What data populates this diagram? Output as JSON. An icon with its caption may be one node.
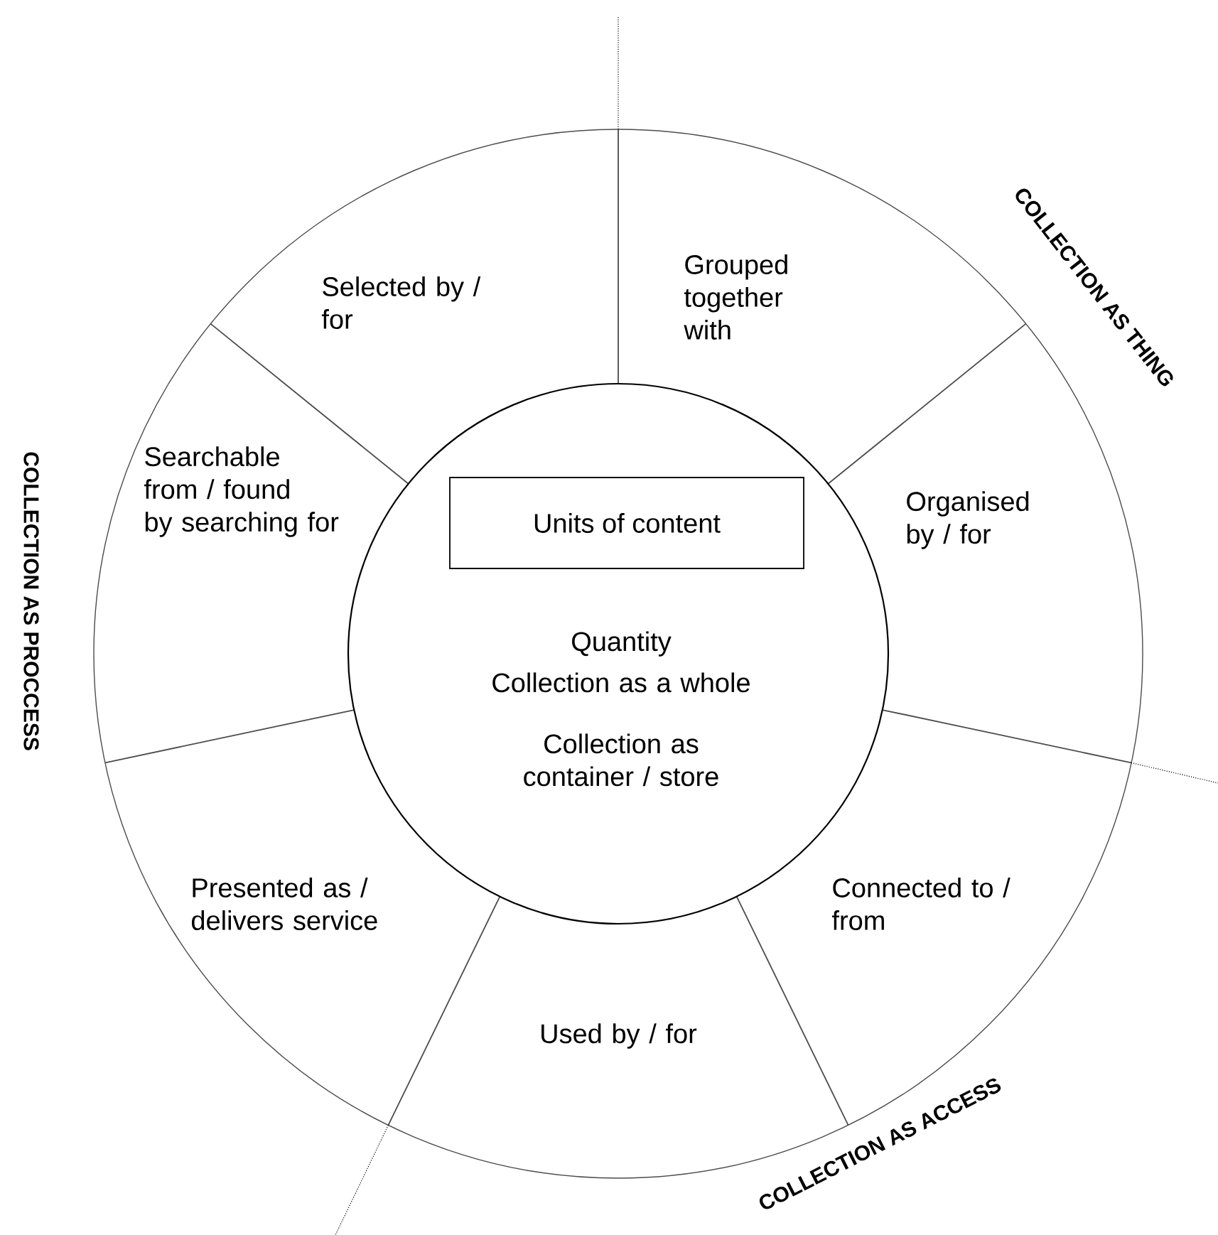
{
  "diagram": {
    "nodes": [
      {
        "text": [
          "Quantity",
          "Collection as a whole",
          "Collection as container / store"
        ]
      },
      {
        "text": [
          "Units of content"
        ],
        "in": 0
      },
      {
        "text": [
          "Selected by / for"
        ]
      },
      {
        "text": [
          "Grouped together with"
        ]
      },
      {
        "text": [
          "Searchable from / found by searching for"
        ]
      },
      {
        "text": [
          "Organised by / for"
        ]
      },
      {
        "text": [
          "Presented as / delivers service"
        ]
      },
      {
        "text": [
          "Connected to / from"
        ]
      },
      {
        "text": [
          "Used by / for"
        ]
      }
    ],
    "labels": [
      "COLLECTION AS THING",
      "COLLECTION AS PROCCESS",
      "COLLECTION AS ACCESS"
    ]
  }
}
